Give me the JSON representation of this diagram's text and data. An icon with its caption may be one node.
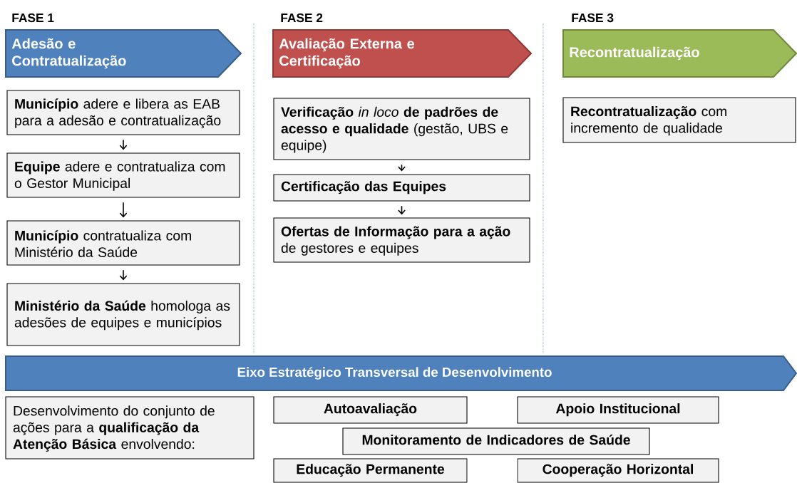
{
  "diagram": {
    "nodes": [
      {
        "text": [
          "Adesão e Contratualização"
        ],
        "beside": [
          "FASE 1"
        ]
      },
      {
        "text": [
          "Avaliação Externa e Certificação"
        ],
        "beside": [
          "FASE 2"
        ]
      },
      {
        "text": [
          "Recontratualização"
        ],
        "beside": [
          "FASE 3"
        ]
      },
      {
        "text": [
          "**Município** adere e libera as EAB para a adesão e contratualização"
        ]
      },
      {
        "text": [
          "**Equipe** adere e contratualiza com o Gestor Municipal"
        ]
      },
      {
        "text": [
          "**Município** contratualiza com Ministério da Saúde"
        ]
      },
      {
        "text": [
          "**Ministério da Saúde** homologa as adesões de equipes e municípios"
        ]
      },
      {
        "text": [
          "**Verificação** *in loco* **de padrões de acesso e qualidade** (gestão, UBS e equipe)"
        ]
      },
      {
        "text": [
          "Certificação das Equipes"
        ]
      },
      {
        "text": [
          "**Ofertas de Informação para a ação** de gestores e equipes"
        ]
      },
      {
        "text": [
          "**Recontratualização** com incremento de qualidade"
        ]
      },
      {
        "text": [
          "Eixo Estratégico Transversal de Desenvolvimento"
        ]
      },
      {
        "text": [
          "Desenvolvimento do conjunto de ações para a **qualificação da Atenção Básica** envolvendo:"
        ]
      },
      {
        "text": [
          "Autoavaliação"
        ]
      },
      {
        "text": [
          "Apoio Institucional"
        ]
      },
      {
        "text": [
          "Monitoramento de Indicadores de Saúde"
        ]
      },
      {
        "text": [
          "Educação Permanente"
        ]
      },
      {
        "text": [
          "Cooperação Horizontal"
        ]
      }
    ],
    "edges": [
      {
        "from": 3,
        "to": 4,
        "arrow": "to"
      },
      {
        "from": 4,
        "to": 5,
        "arrow": "to"
      },
      {
        "from": 5,
        "to": 6,
        "arrow": "to"
      },
      {
        "from": 7,
        "to": 8,
        "arrow": "to"
      },
      {
        "from": 8,
        "to": 9,
        "arrow": "to"
      }
    ]
  }
}
